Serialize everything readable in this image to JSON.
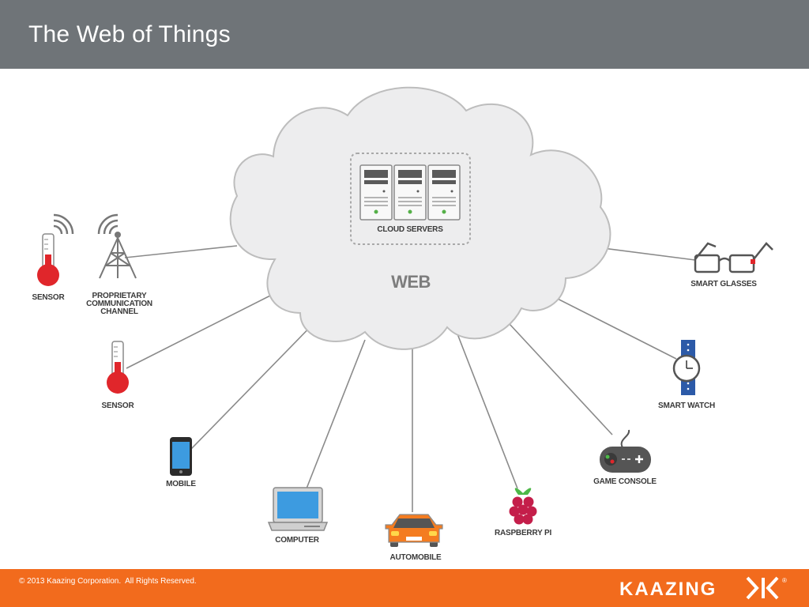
{
  "slide": {
    "title": "The Web of Things"
  },
  "cloud": {
    "label": "WEB",
    "servers_label": "CLOUD SERVERS"
  },
  "devices": {
    "sensor_top": "SENSOR",
    "proprietary": [
      "PROPRIETARY",
      "COMMUNICATION",
      "CHANNEL"
    ],
    "sensor_mid": "SENSOR",
    "mobile": "MOBILE",
    "computer": "COMPUTER",
    "automobile": "AUTOMOBILE",
    "raspberry": "RASPBERRY PI",
    "game_console": "GAME CONSOLE",
    "smart_watch": "SMART WATCH",
    "smart_glasses": "SMART GLASSES"
  },
  "footer": {
    "copyright": "© 2013 Kaazing Corporation.  All Rights Reserved.",
    "brand": "KAAZING",
    "registered": "®"
  },
  "colors": {
    "header": "#6f7478",
    "footer": "#f26b1d",
    "thermometer": "#e0262b",
    "screen": "#3d9be0",
    "watch_band": "#2c5aa8",
    "car": "#f47c20"
  }
}
